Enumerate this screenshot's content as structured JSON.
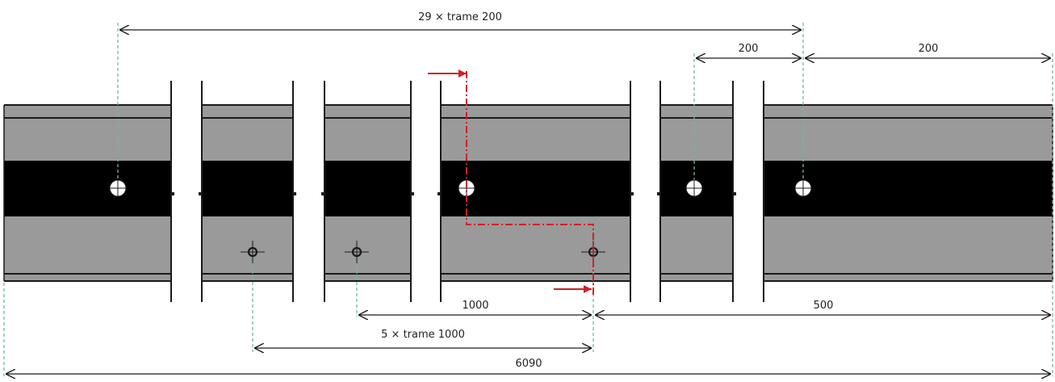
{
  "dimensions": {
    "top_span": "29 × trame 200",
    "right_upper_a": "200",
    "right_upper_b": "200",
    "mid_span": "1000",
    "right_lower": "500",
    "lower_span": "5 × trame 1000",
    "overall": "6090"
  },
  "colors": {
    "beam_grey": "#9a9a9a",
    "web_black": "#000000",
    "guide_teal": "#6fb7aa",
    "section_red": "#d11f26",
    "outline": "#1a1a1a"
  }
}
